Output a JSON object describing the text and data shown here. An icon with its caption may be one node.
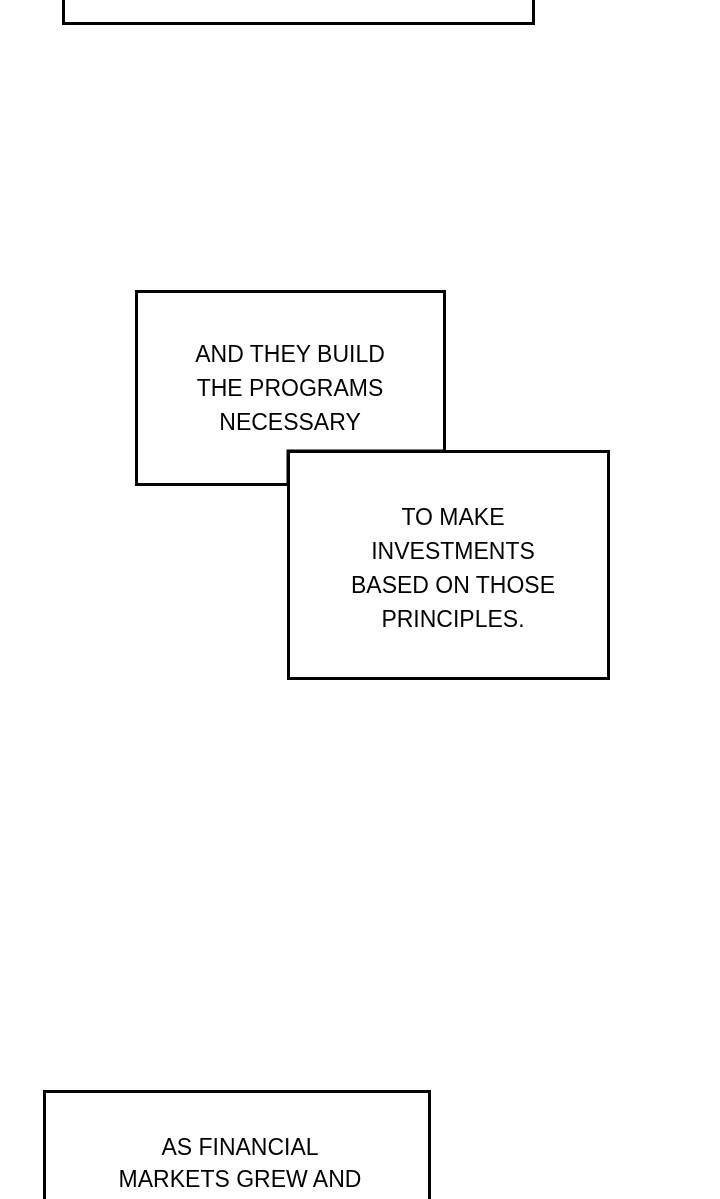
{
  "diagram": {
    "nodes": [
      {
        "text": [],
        "shape": "box"
      },
      {
        "text": [
          "AND THEY BUILD THE PROGRAMS NECESSARY"
        ]
      },
      {
        "text": [
          "TO MAKE INVESTMENTS BASED ON THOSE PRINCIPLES."
        ]
      },
      {
        "text": [
          "AS FINANCIAL MARKETS GREW AND"
        ]
      }
    ]
  }
}
